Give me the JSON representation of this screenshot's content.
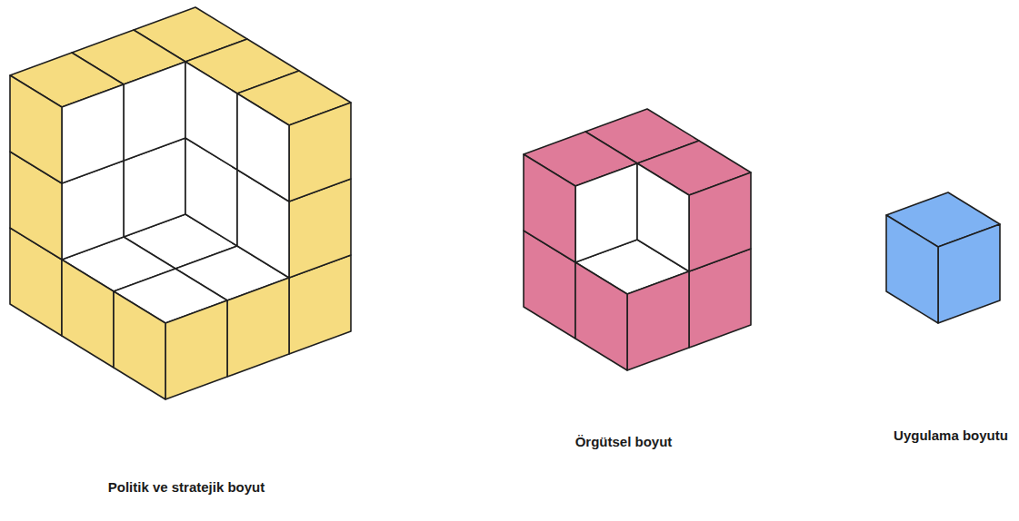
{
  "diagram": {
    "labels": [
      "Politik ve stratejik boyut",
      "Örgütsel boyut",
      "Uygulama boyutu"
    ]
  }
}
